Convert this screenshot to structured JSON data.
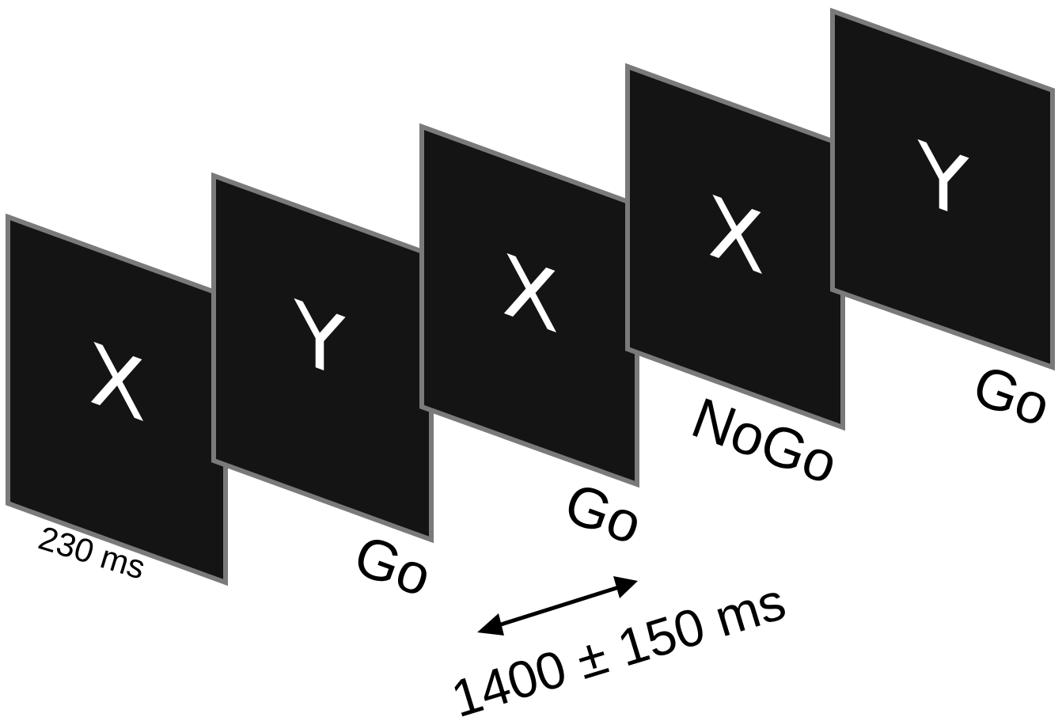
{
  "stimuli": [
    {
      "letter": "X",
      "condition": ""
    },
    {
      "letter": "Y",
      "condition": "Go"
    },
    {
      "letter": "X",
      "condition": "Go"
    },
    {
      "letter": "X",
      "condition": "NoGo"
    },
    {
      "letter": "Y",
      "condition": "Go"
    }
  ],
  "stimulus_duration": "230 ms",
  "interstimulus_interval": "1400 ± 150 ms",
  "colors": {
    "panel_fill": "#141414",
    "panel_border": "#7a7a7a",
    "letter": "#ffffff",
    "text": "#000000",
    "background": "#ffffff"
  }
}
